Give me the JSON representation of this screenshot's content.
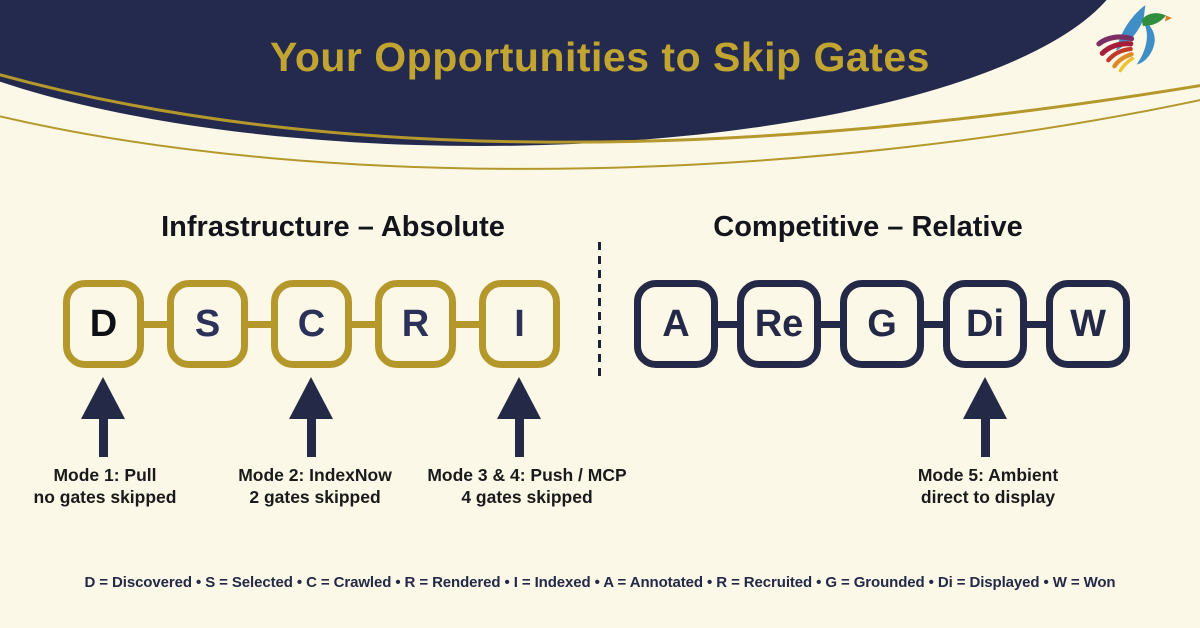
{
  "header": {
    "title": "Your Opportunities to Skip Gates",
    "logo_icon": "bird-logo"
  },
  "sections": {
    "infrastructure": {
      "title": "Infrastructure – Absolute"
    },
    "competitive": {
      "title": "Competitive – Relative"
    }
  },
  "chains": {
    "infrastructure": {
      "style": "gold",
      "boxes": [
        {
          "letter": "D"
        },
        {
          "letter": "S"
        },
        {
          "letter": "C"
        },
        {
          "letter": "R"
        },
        {
          "letter": "I"
        }
      ]
    },
    "competitive": {
      "style": "navy",
      "boxes": [
        {
          "letter": "A"
        },
        {
          "letter": "Re"
        },
        {
          "letter": "G"
        },
        {
          "letter": "Di"
        },
        {
          "letter": "W"
        }
      ]
    }
  },
  "modes": [
    {
      "line1": "Mode 1: Pull",
      "line2": "no gates skipped",
      "points_to": "D"
    },
    {
      "line1": "Mode 2: IndexNow",
      "line2": "2 gates skipped",
      "points_to": "C"
    },
    {
      "line1": "Mode 3 & 4: Push / MCP",
      "line2": "4 gates skipped",
      "points_to": "I"
    },
    {
      "line1": "Mode 5: Ambient",
      "line2": "direct to display",
      "points_to": "Di"
    }
  ],
  "legend": {
    "text": "D = Discovered • S = Selected • C = Crawled • R = Rendered • I = Indexed • A = Annotated • R = Recruited • G = Grounded • Di = Displayed • W = Won",
    "entries": [
      {
        "key": "D",
        "meaning": "Discovered"
      },
      {
        "key": "S",
        "meaning": "Selected"
      },
      {
        "key": "C",
        "meaning": "Crawled"
      },
      {
        "key": "R",
        "meaning": "Rendered"
      },
      {
        "key": "I",
        "meaning": "Indexed"
      },
      {
        "key": "A",
        "meaning": "Annotated"
      },
      {
        "key": "R",
        "meaning": "Recruited"
      },
      {
        "key": "G",
        "meaning": "Grounded"
      },
      {
        "key": "Di",
        "meaning": "Displayed"
      },
      {
        "key": "W",
        "meaning": "Won"
      }
    ]
  },
  "colors": {
    "background": "#fbf8e8",
    "navy": "#242a4e",
    "gold_title": "#c2a430",
    "gold_line": "#b5982b",
    "letter_d_black": "#0f1016",
    "letter_navy": "#2b3158",
    "text_dark": "#14141c",
    "logo_blue": "#3f8fc6",
    "logo_green": "#2f8f3e",
    "logo_purple": "#7d2e62",
    "logo_crimson": "#a61e38",
    "logo_orange": "#e08a26",
    "logo_yellow": "#efc32f"
  }
}
